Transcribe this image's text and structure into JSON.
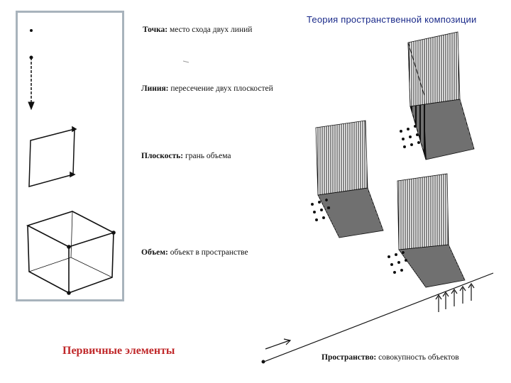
{
  "slide": {
    "title": "Теория пространственной композиции"
  },
  "definitions": {
    "point": {
      "term": "Точка:",
      "text": " место схода двух линий"
    },
    "line": {
      "term": "Линия:",
      "text": " пересечение двух плоскостей"
    },
    "plane": {
      "term": "Плоскость:",
      "text": " грань объема"
    },
    "volume": {
      "term": "Объем:",
      "text": " объект в пространстве"
    },
    "space": {
      "term": "Пространство:",
      "text": " совокупность объектов"
    }
  },
  "left_panel": {
    "caption": "Первичные элементы"
  },
  "colors": {
    "title": "#1a2a8a",
    "caption": "#c0282a",
    "panel_border": "#a8b3bc"
  }
}
